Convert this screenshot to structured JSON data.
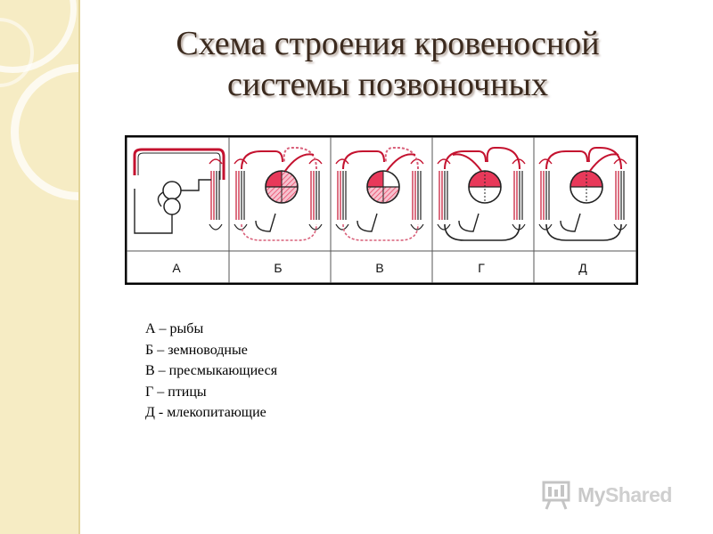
{
  "title": {
    "line1": "Схема строения кровеносной",
    "line2": "системы позвоночных"
  },
  "diagram": {
    "panels": [
      {
        "label": "А",
        "type": "fish"
      },
      {
        "label": "Б",
        "type": "amphibian"
      },
      {
        "label": "В",
        "type": "reptile"
      },
      {
        "label": "Г",
        "type": "bird"
      },
      {
        "label": "Д",
        "type": "mammal"
      }
    ],
    "colors": {
      "arterial": "#e8395a",
      "venous": "#ffffff",
      "vessel_red": "#c4122f",
      "outline": "#222222"
    }
  },
  "legend": [
    "А – рыбы",
    "Б – земноводные",
    "В – пресмыкающиеся",
    "Г – птицы",
    "Д - млекопитающие"
  ],
  "watermark": {
    "text_my": "My",
    "text_shared": "Shared",
    "icon": "presentation-board-icon"
  }
}
